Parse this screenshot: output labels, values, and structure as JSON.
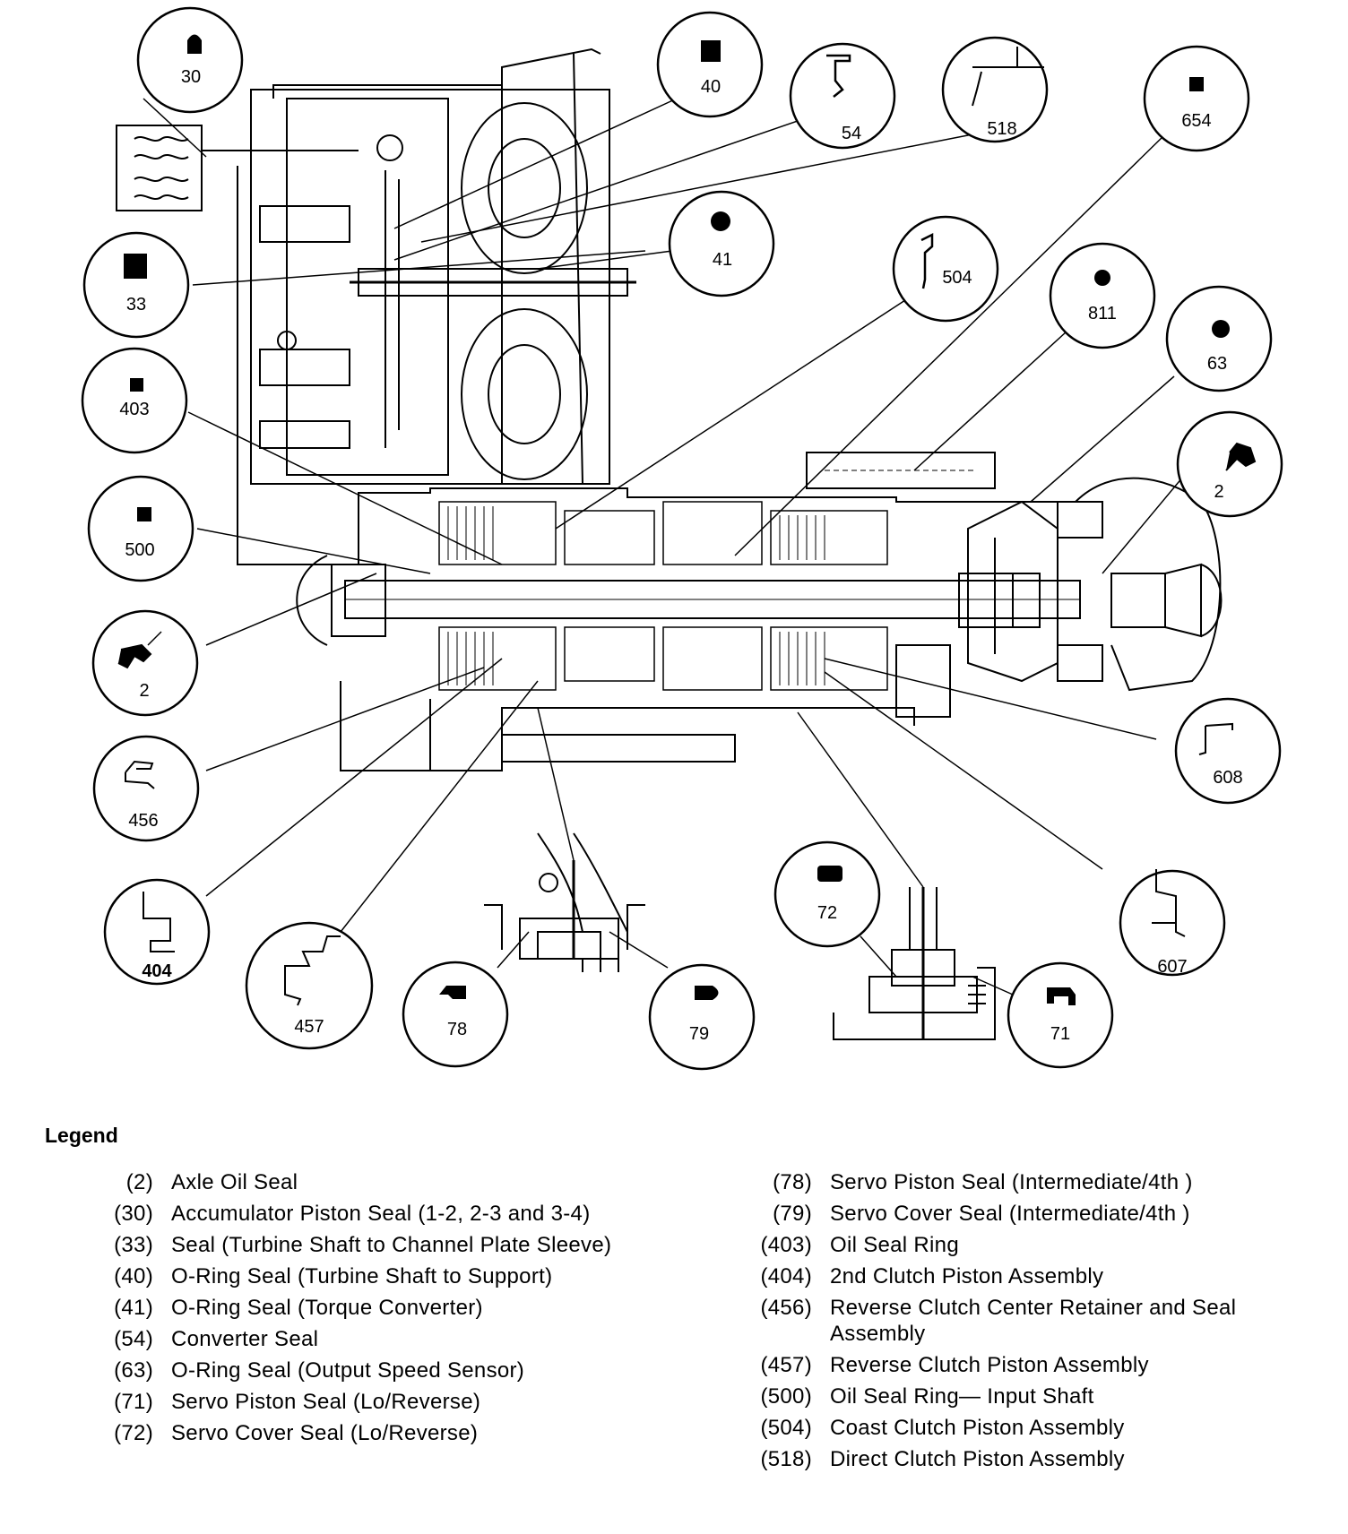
{
  "callouts": [
    {
      "number": "30",
      "icon": "bullet-round-top"
    },
    {
      "number": "40",
      "icon": "square-solid"
    },
    {
      "number": "54",
      "icon": "seal-profile"
    },
    {
      "number": "518",
      "icon": "seal-profile"
    },
    {
      "number": "654",
      "icon": "square-small"
    },
    {
      "number": "33",
      "icon": "square-solid"
    },
    {
      "number": "41",
      "icon": "dot-solid"
    },
    {
      "number": "504",
      "icon": "seal-profile"
    },
    {
      "number": "811",
      "icon": "dot-solid"
    },
    {
      "number": "63",
      "icon": "dot-solid"
    },
    {
      "number": "403",
      "icon": "square-small"
    },
    {
      "number": "2",
      "icon": "axle-seal-profile"
    },
    {
      "number": "500",
      "icon": "square-small"
    },
    {
      "number": "2",
      "icon": "axle-seal-profile"
    },
    {
      "number": "608",
      "icon": "seal-profile"
    },
    {
      "number": "456",
      "icon": "seal-profile"
    },
    {
      "number": "607",
      "icon": "seal-profile"
    },
    {
      "number": "404",
      "icon": "piston-profile"
    },
    {
      "number": "72",
      "icon": "rounded-rect"
    },
    {
      "number": "457",
      "icon": "piston-profile"
    },
    {
      "number": "78",
      "icon": "wedge"
    },
    {
      "number": "79",
      "icon": "d-shape"
    },
    {
      "number": "71",
      "icon": "arch"
    }
  ],
  "legend": {
    "title": "Legend",
    "left": [
      {
        "ref": "(2)",
        "desc": "Axle Oil Seal"
      },
      {
        "ref": "(30)",
        "desc": "Accumulator Piston Seal (1-2, 2-3 and 3-4)"
      },
      {
        "ref": "(33)",
        "desc": "Seal (Turbine Shaft to Channel Plate Sleeve)"
      },
      {
        "ref": "(40)",
        "desc": "O-Ring Seal (Turbine Shaft to Support)"
      },
      {
        "ref": "(41)",
        "desc": "O-Ring Seal (Torque Converter)"
      },
      {
        "ref": "(54)",
        "desc": "Converter Seal"
      },
      {
        "ref": "(63)",
        "desc": "O-Ring Seal (Output Speed Sensor)"
      },
      {
        "ref": "(71)",
        "desc": "Servo Piston Seal (Lo/Reverse)"
      },
      {
        "ref": "(72)",
        "desc": "Servo Cover Seal (Lo/Reverse)"
      }
    ],
    "right": [
      {
        "ref": "(78)",
        "desc": "Servo Piston Seal (Intermediate/4th )"
      },
      {
        "ref": "(79)",
        "desc": "Servo Cover Seal (Intermediate/4th )"
      },
      {
        "ref": "(403)",
        "desc": "Oil Seal Ring"
      },
      {
        "ref": "(404)",
        "desc": "2nd Clutch Piston Assembly"
      },
      {
        "ref": "(456)",
        "desc": "Reverse Clutch Center Retainer and Seal Assembly"
      },
      {
        "ref": "(457)",
        "desc": "Reverse Clutch Piston Assembly"
      },
      {
        "ref": "(500)",
        "desc": "Oil Seal Ring— Input Shaft"
      },
      {
        "ref": "(504)",
        "desc": "Coast Clutch Piston Assembly"
      },
      {
        "ref": "(518)",
        "desc": "Direct Clutch Piston Assembly"
      }
    ]
  }
}
